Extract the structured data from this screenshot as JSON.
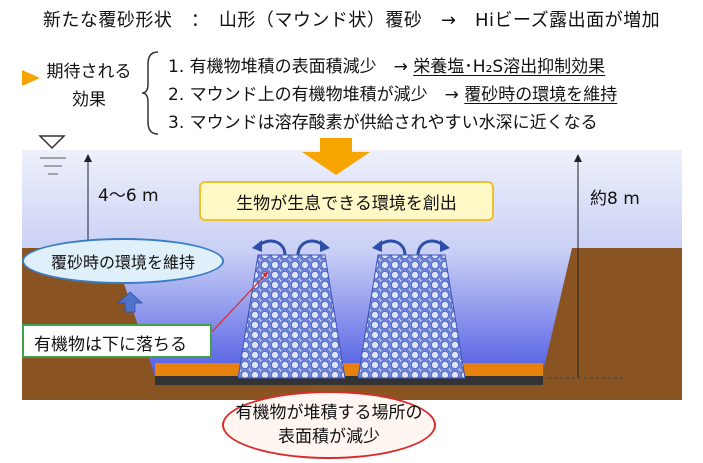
{
  "title": "新たな覆砂形状　：　山形（マウンド状）覆砂　→　Hiビーズ露出面が増加",
  "expected_label_line1": "期待される",
  "expected_label_line2": "効果",
  "effects": [
    {
      "prefix": "1. 有機物堆積の表面積減少　→ ",
      "highlight": "栄養塩･H₂S溶出抑制効果"
    },
    {
      "prefix": "2. マウンド上の有機物堆積が減少　→ ",
      "highlight": "覆砂時の環境を維持"
    },
    {
      "prefix": "3. マウンドは溶存酸素が供給されやすい水深に近くなる",
      "highlight": ""
    }
  ],
  "habitat_callout": "生物が生息できる環境を創出",
  "depth_left": "4～6 m",
  "depth_right": "約8 m",
  "maintain_env": "覆砂時の環境を維持",
  "organic_falls": "有機物は下に落ちる",
  "reduced_area_line1": "有機物が堆積する場所の",
  "reduced_area_line2": "表面積が減少",
  "colors": {
    "water": "#5a66e6",
    "soil": "#8a5322",
    "organic": "#e8820e",
    "arrow_orange": "#f5a400",
    "mound": "#8ea0e0"
  }
}
